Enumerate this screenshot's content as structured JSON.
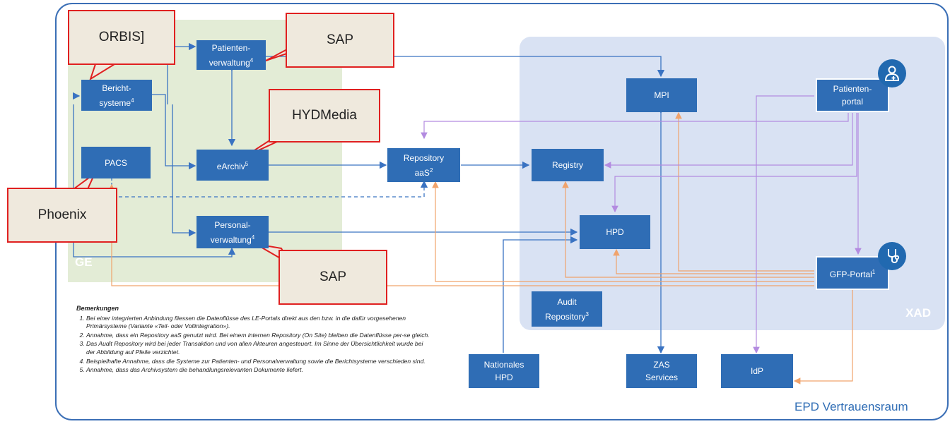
{
  "areas": {
    "ge_label": "GE",
    "xad_label": "XAD",
    "outer_label": "EPD Vertrauensraum"
  },
  "nodes": {
    "patienten_verwaltung": {
      "line1": "Patienten-",
      "line2": "verwaltung",
      "sup": "4"
    },
    "berichtsysteme": {
      "line1": "Bericht-",
      "line2": "systeme",
      "sup": "4"
    },
    "pacs": {
      "line1": "PACS"
    },
    "earchiv": {
      "line1": "eArchiv",
      "sup": "5"
    },
    "personal_verwaltung": {
      "line1": "Personal-",
      "line2": "verwaltung",
      "sup": "4"
    },
    "repository": {
      "line1": "Repository",
      "line2": "aaS",
      "sup": "2"
    },
    "registry": {
      "line1": "Registry"
    },
    "mpi": {
      "line1": "MPI"
    },
    "hpd": {
      "line1": "HPD"
    },
    "patienten_portal": {
      "line1": "Patienten-",
      "line2": "portal"
    },
    "gfp_portal": {
      "line1": "GFP-Portal",
      "sup": "1"
    },
    "audit_repository": {
      "line1": "Audit",
      "line2": "Repository",
      "sup": "3"
    },
    "nationales_hpd": {
      "line1": "Nationales",
      "line2": "HPD"
    },
    "zas_services": {
      "line1": "ZAS",
      "line2": "Services"
    },
    "idp": {
      "line1": "IdP"
    }
  },
  "callouts": {
    "orbis": "ORBIS]",
    "sap_top": "SAP",
    "hydmedia": "HYDMedia",
    "phoenix": "Phoenix",
    "sap_bottom": "SAP"
  },
  "icons": {
    "patient_portal_icon": "patient-icon",
    "gfp_portal_icon": "stethoscope-icon"
  },
  "remarks": {
    "title": "Bemerkungen",
    "items": [
      "Bei einer integrierten Anbindung fliessen die Datenflüsse des LE-Portals direkt aus den bzw. in die dafür vorgesehenen Primärsysteme (Variante «Teil- oder Vollintegration»).",
      "Annahme, dass ein Repository aaS genutzt wird. Bei einem internen Repository (On Site) bleiben die Datenflüsse per-se gleich.",
      "Das Audit Repository wird bei jeder Transaktion und von allen Akteuren angesteuert. Im Sinne der Übersichtlichkeit wurde bei der Abbildung auf Pfeile verzichtet.",
      "Beispielhafte Annahme, dass die Systeme zur Patienten- und Personalverwaltung sowie die Berichtsysteme verschieden sind.",
      "Annahme, dass das Archivsystem die behandlungsrelevanten Dokumente liefert."
    ]
  },
  "colors": {
    "node": "#2f6db5",
    "flow_blue": "#3a73c2",
    "flow_orange": "#f0a36c",
    "flow_purple": "#b38be0",
    "callout_border": "#e02020",
    "ge_area": "#e3ecd6",
    "xad_area": "#d9e2f3"
  }
}
